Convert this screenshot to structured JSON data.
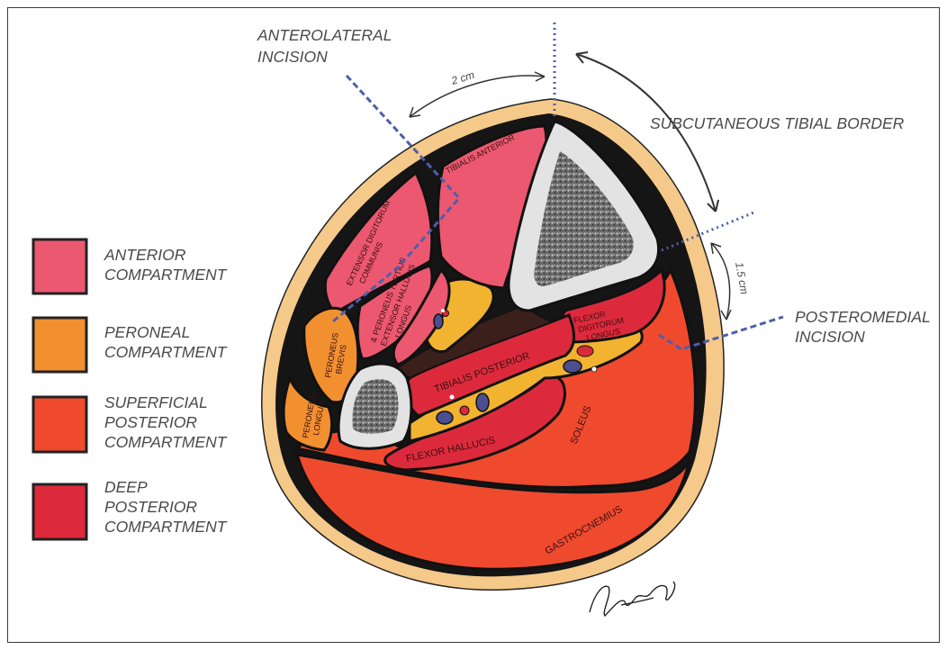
{
  "colors": {
    "anterior": "#ec5870",
    "peroneal": "#f29030",
    "superficial_posterior": "#ef4a2e",
    "deep_posterior": "#dc2a3c",
    "skin": "#f5c98a",
    "fascia": "#111111",
    "bone_cortex": "#e3e3e3",
    "fat": "#f2b330",
    "incision_line": "#4e5eab"
  },
  "legend": [
    {
      "lines": [
        "ANTERIOR",
        "COMPARTMENT"
      ],
      "color": "#ec5870"
    },
    {
      "lines": [
        "PERONEAL",
        "COMPARTMENT"
      ],
      "color": "#f29030"
    },
    {
      "lines": [
        "SUPERFICIAL",
        "POSTERIOR",
        "COMPARTMENT"
      ],
      "color": "#ef4a2e"
    },
    {
      "lines": [
        "DEEP",
        "POSTERIOR",
        "COMPARTMENT"
      ],
      "color": "#dc2a3c"
    }
  ],
  "annotations": {
    "anterolateral_incision": [
      "ANTEROLATERAL",
      "INCISION"
    ],
    "posteromedial_incision": [
      "POSTEROMEDIAL",
      "INCISION"
    ],
    "subcutaneous_tibial_border": "SUBCUTANEOUS TIBIAL BORDER",
    "distance_anterolateral": "2 cm",
    "distance_posteromedial": "1.5 cm"
  },
  "muscles": {
    "tibialis_anterior": "TIBIALIS ANTERIOR",
    "extensor_digitorum": [
      "EXTENSOR DIGITORUM",
      "COMMUNIS"
    ],
    "peroneus_tertius": [
      "& PERONEUS TERTIUS",
      "EXTENSOR HALLUCIS",
      "LONGUS"
    ],
    "peroneus_brevis": [
      "PERONEUS",
      "BREVIS"
    ],
    "peroneus_longus": [
      "PERONEUS",
      "LONGUS"
    ],
    "tibialis_posterior": "TIBIALIS POSTERIOR",
    "flexor_digitorum": [
      "FLEXOR",
      "DIGITORUM",
      "LONGUS"
    ],
    "flexor_hallucis": "FLEXOR HALLUCIS",
    "soleus": "SOLEUS",
    "gastrocnemius": "GASTROCNEMIUS"
  }
}
